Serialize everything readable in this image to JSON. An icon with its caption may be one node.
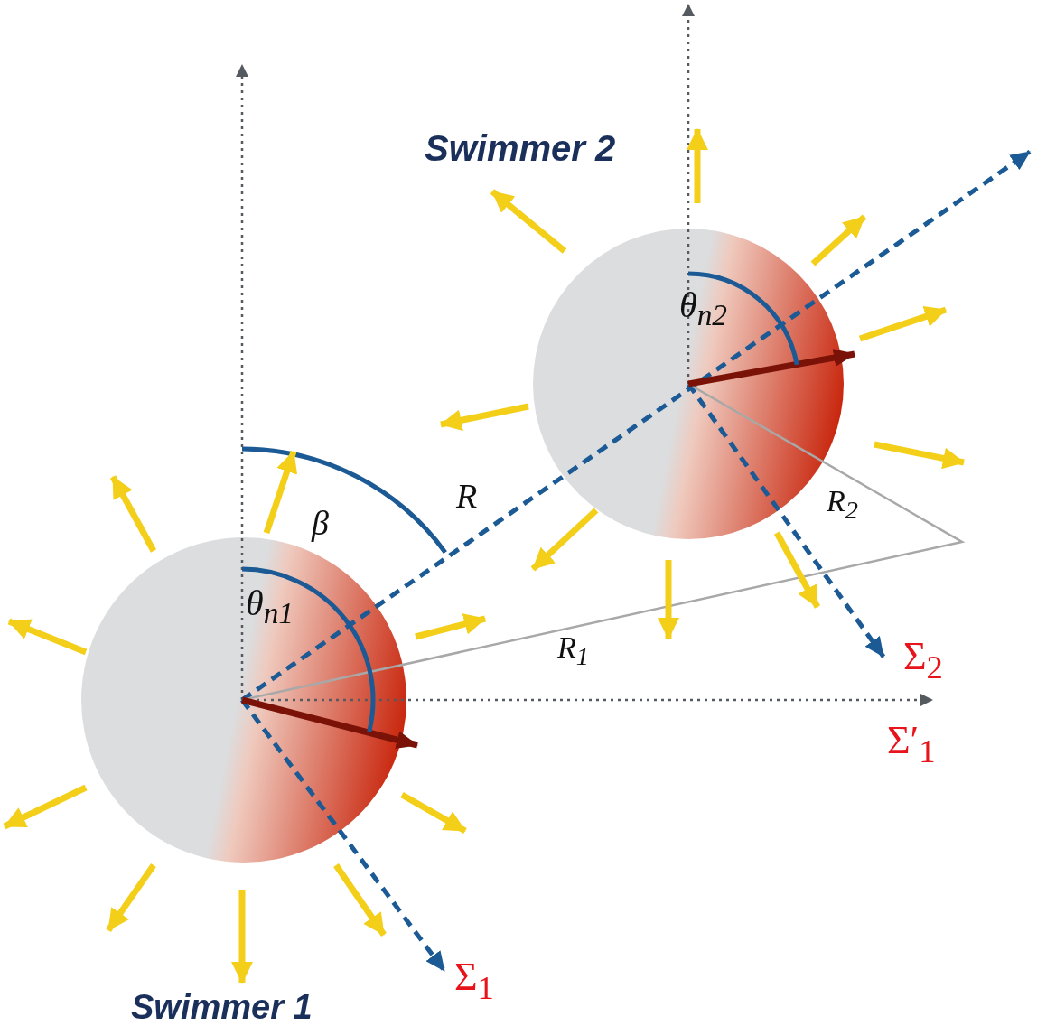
{
  "diagram": {
    "labels": [
      "Swimmer 2",
      "θ$_{n2}$",
      "β",
      "R",
      "R$_{2}$",
      "θ$_{n1}$",
      "R$_{1}$",
      "Σ$_{2}$",
      "Σ′$_{1}$",
      "Σ$_{1}$",
      "Swimmer 1"
    ]
  }
}
